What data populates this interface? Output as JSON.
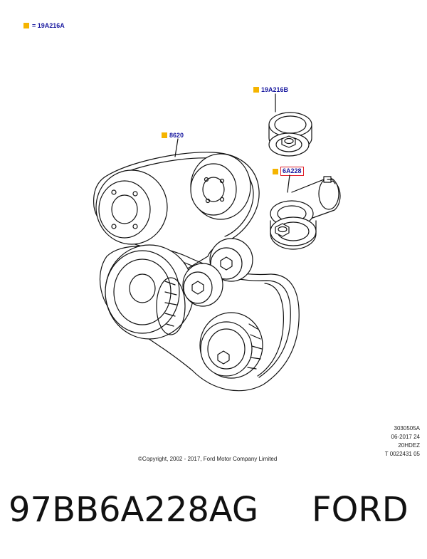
{
  "legend": {
    "color": "#f5b400",
    "text": "= 19A216A"
  },
  "callouts": [
    {
      "label": "19A216B"
    },
    {
      "label": "8620"
    },
    {
      "label": "6A228",
      "highlighted": true
    }
  ],
  "diagram_codes": [
    "3030505A",
    "06-2017 24",
    "20HDEZ",
    "T 0022431 05"
  ],
  "copyright": "©Copyright, 2002 - 2017, Ford Motor Company Limited",
  "footer": {
    "part_number": "97BB6A228AG",
    "brand": "FORD"
  },
  "colors": {
    "label_blue": "#1a1aa0",
    "highlight_red": "#e0202a",
    "marker_yellow": "#f5b400"
  }
}
